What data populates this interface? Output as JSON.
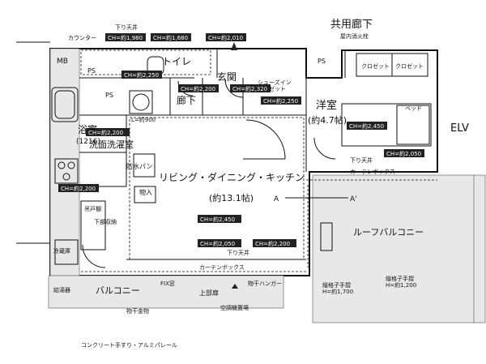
{
  "labels": {
    "shared_corridor": "共用廊下",
    "fire_hydrant": "屋内消火栓",
    "counter": "カウンター",
    "mb": "MB",
    "ps": "PS",
    "toilet": "トイレ",
    "entrance": "玄関",
    "hallway": "廊下",
    "shoe_closet": "シューズイン\nクロゼット",
    "closet_a": "クロゼット",
    "closet_b": "クロゼット",
    "western_room": "洋室",
    "western_size": "(約4.7帖)",
    "bed": "ベッド",
    "elv": "ELV",
    "bathroom": "浴室",
    "bath_size": "(1216)",
    "washroom": "洗面洗濯室",
    "waterproof_pan": "防水パン",
    "ldk": "リビング・ダイニング・キッチン",
    "ldk_size": "(約13.1帖)",
    "storage": "物入",
    "roof_balcony": "ルーフバルコニー",
    "balcony": "バルコニー",
    "fix": "FIX窓",
    "curtain_box": "カーテンボックス",
    "curtain_box2": "カーテンボックス",
    "ceiling_down": "下り天井",
    "upper_door": "上部扉",
    "refrigerator": "冷蔵庫",
    "concrete_rail": "コンクリート手すり・アルミパレール",
    "railing_h": "縦格子手摺\nH=約1,700",
    "railing_h2": "縦格子手摺\nH=約1,200",
    "section_a": "A",
    "section_a2": "A'",
    "l_size": "L=約900",
    "outdoor": "物干金物",
    "hanger": "物干ハンガー",
    "ac": "空調機置場",
    "wall_cabinet": "吊戸棚",
    "kitchen_storage": "下部収納",
    "gas": "給湯器"
  },
  "heights": {
    "ch_1980": "CH=約1,980",
    "ch_1680": "CH=約1,680",
    "ch_2010": "CH=約2,010",
    "ch_2250_toilet": "CH=約2,250",
    "ch_2200_hall": "CH=約2,200",
    "ch_2320": "CH=約2,320",
    "ch_2250_shoe": "CH=約2,250",
    "ch_2200_bath": "CH=約2,200",
    "ch_2450_western": "CH=約2,450",
    "ch_2050": "CH=約2,050",
    "ch_2200_kitchen": "CH=約2,200",
    "ch_2450_ldk": "CH=約2,450",
    "ch_2050_ldk": "CH=約2,050",
    "ch_2200_ldk": "CH=約2,200"
  }
}
